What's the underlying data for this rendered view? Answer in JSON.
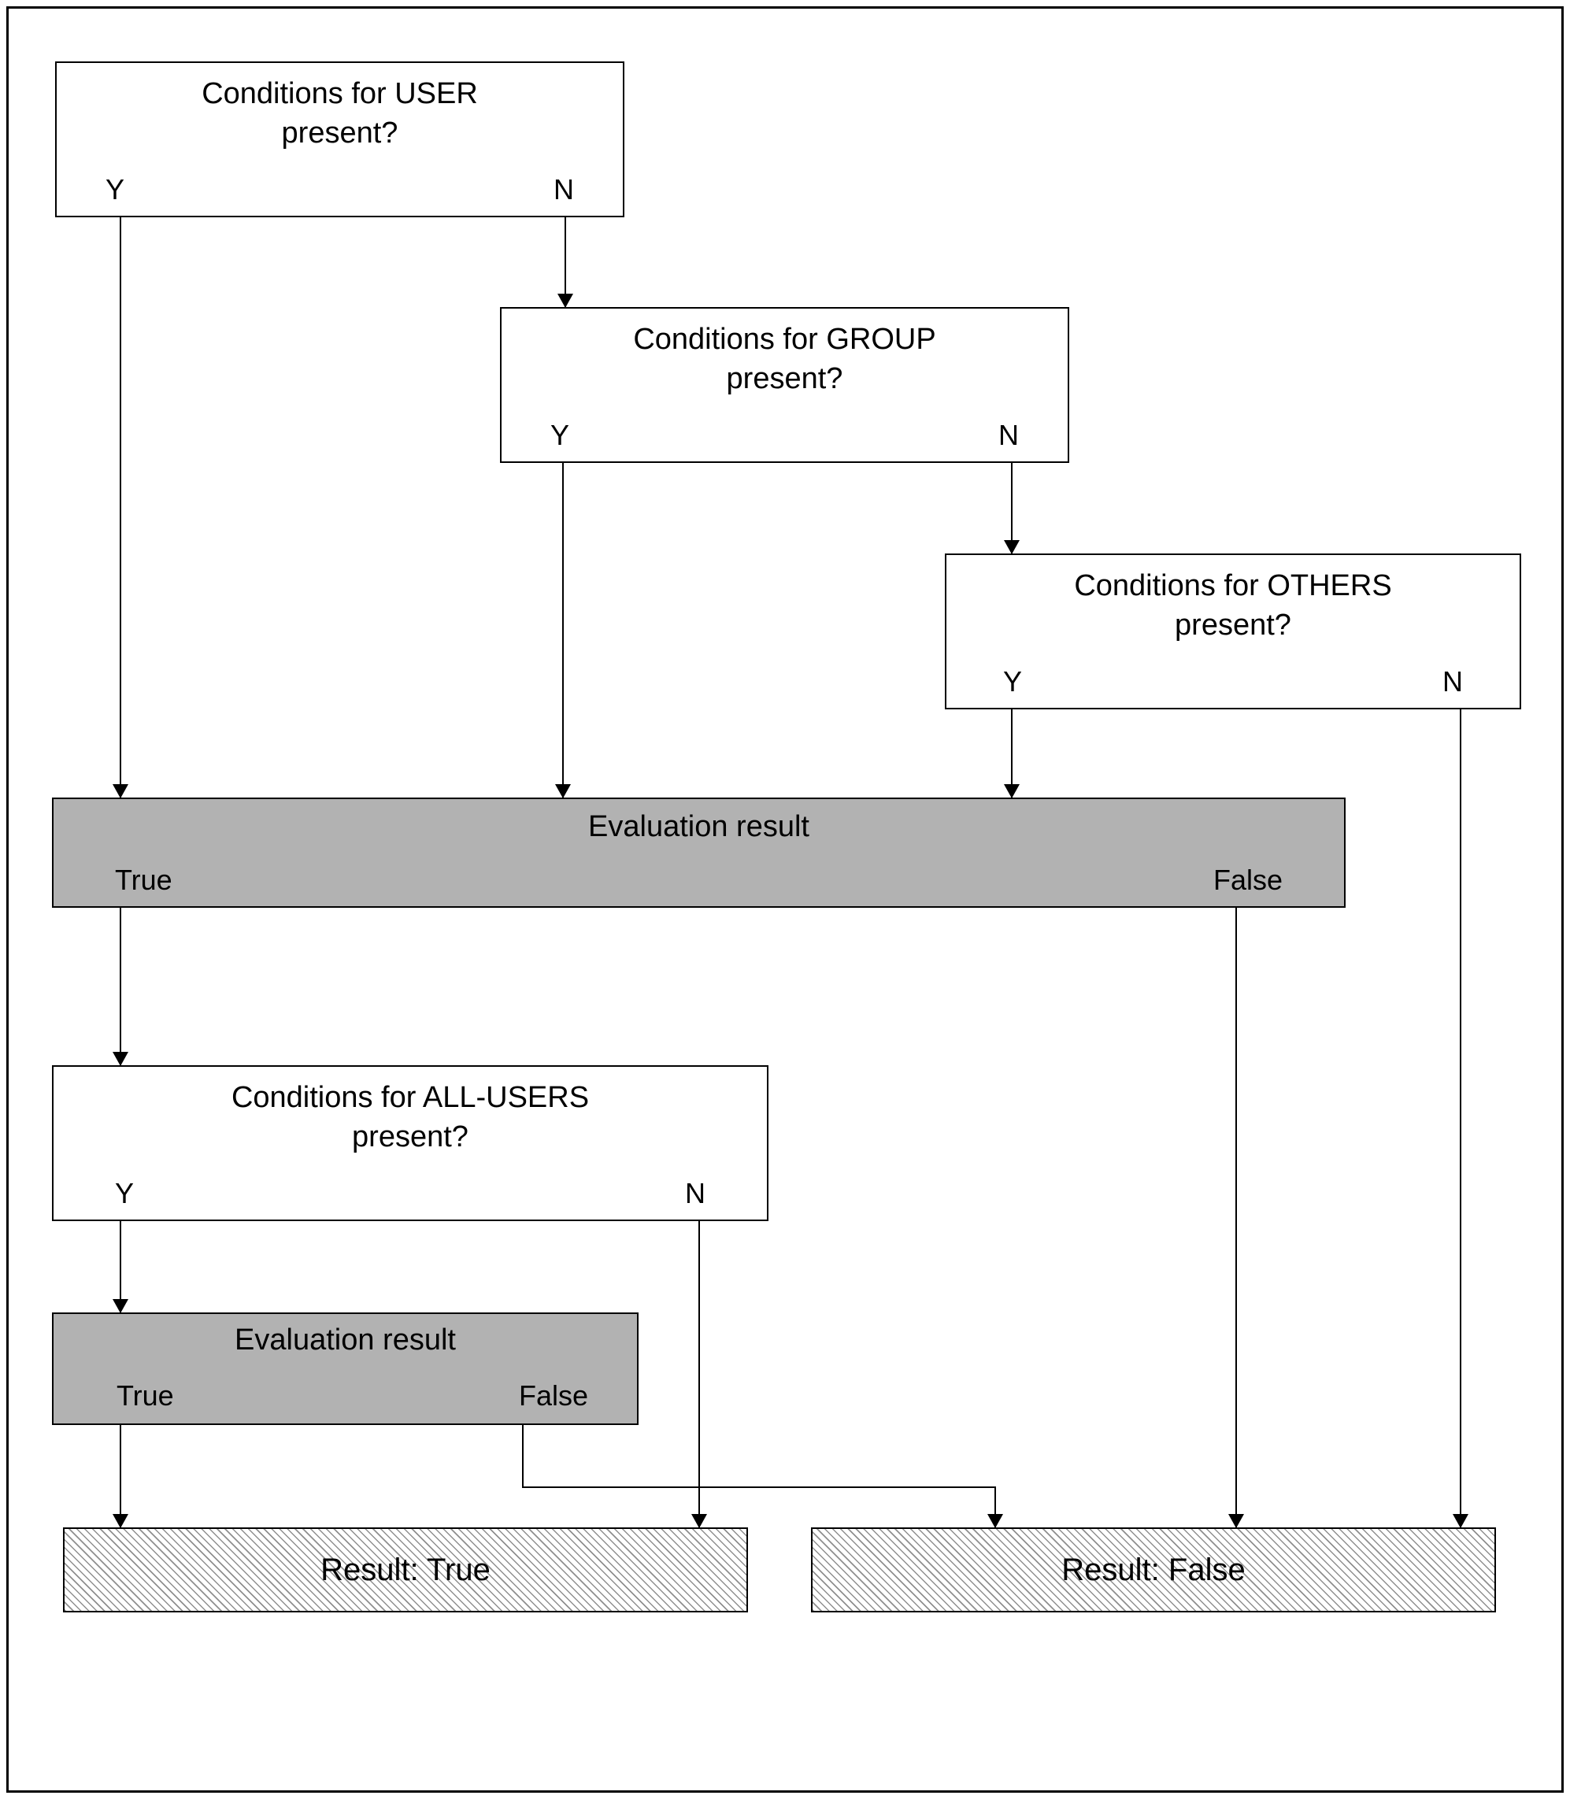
{
  "diagram": {
    "description": "Flowchart of condition evaluation for USER, GROUP, OTHERS and ALL-USERS",
    "colors": {
      "eval_fill": "#b2b2b2",
      "line": "#000000",
      "box_background": "#ffffff"
    },
    "nodes": {
      "user": {
        "title1": "Conditions for USER",
        "title2": "present?",
        "yes": "Y",
        "no": "N"
      },
      "group": {
        "title1": "Conditions for GROUP",
        "title2": "present?",
        "yes": "Y",
        "no": "N"
      },
      "others": {
        "title1": "Conditions for OTHERS",
        "title2": "present?",
        "yes": "Y",
        "no": "N"
      },
      "eval1": {
        "title": "Evaluation result",
        "true_label": "True",
        "false_label": "False"
      },
      "all_users": {
        "title1": "Conditions for ALL-USERS",
        "title2": "present?",
        "yes": "Y",
        "no": "N"
      },
      "eval2": {
        "title": "Evaluation result",
        "true_label": "True",
        "false_label": "False"
      },
      "result_true": {
        "label": "Result: True"
      },
      "result_false": {
        "label": "Result: False"
      }
    },
    "edges": [
      "user.Y -> eval1",
      "user.N -> group",
      "group.Y -> eval1",
      "group.N -> others",
      "others.Y -> eval1",
      "others.N -> result_false",
      "eval1.True -> all_users",
      "eval1.False -> result_false",
      "all_users.Y -> eval2",
      "all_users.N -> result_true",
      "eval2.True -> result_true",
      "eval2.False -> result_false"
    ]
  }
}
